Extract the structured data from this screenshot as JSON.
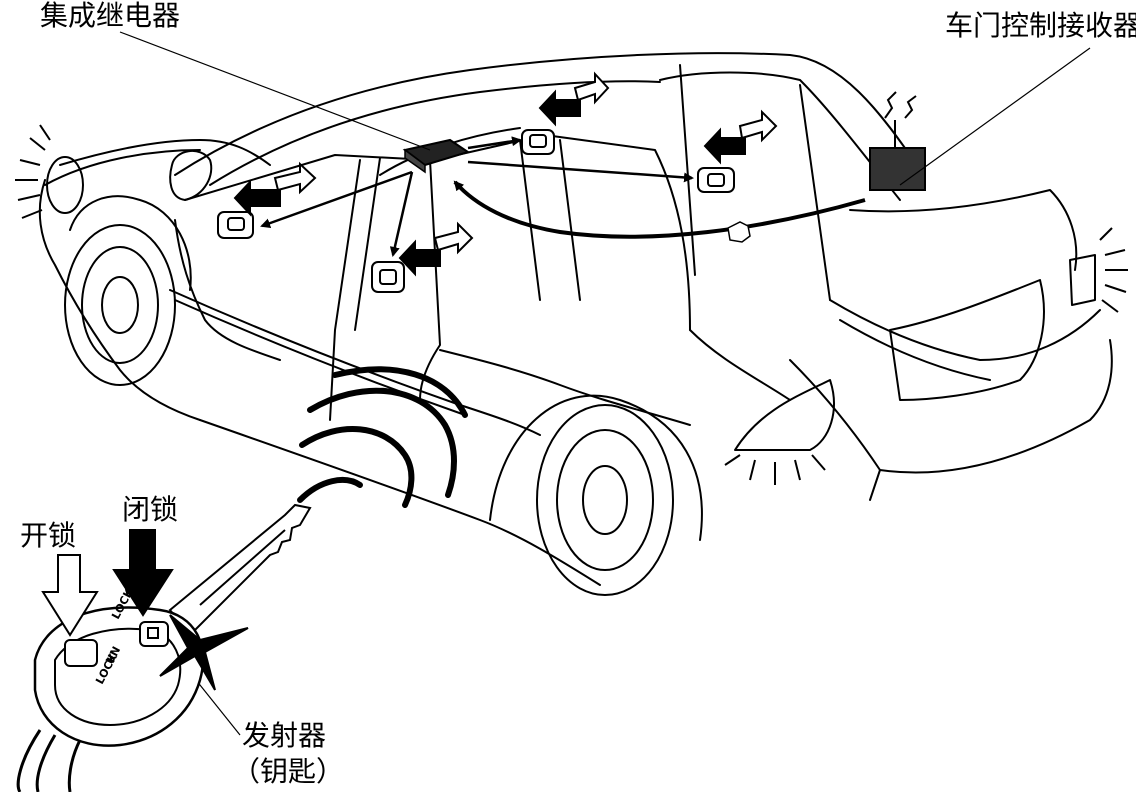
{
  "labels": {
    "relay": "集成继电器",
    "receiver": "车门控制接收器",
    "unlock": "开锁",
    "lock": "闭锁",
    "transmitter": "发射器",
    "key": "（钥匙）"
  },
  "key_buttons": {
    "lock": "LOCK",
    "unlock_1": "UN",
    "unlock_2": "LOCK"
  }
}
